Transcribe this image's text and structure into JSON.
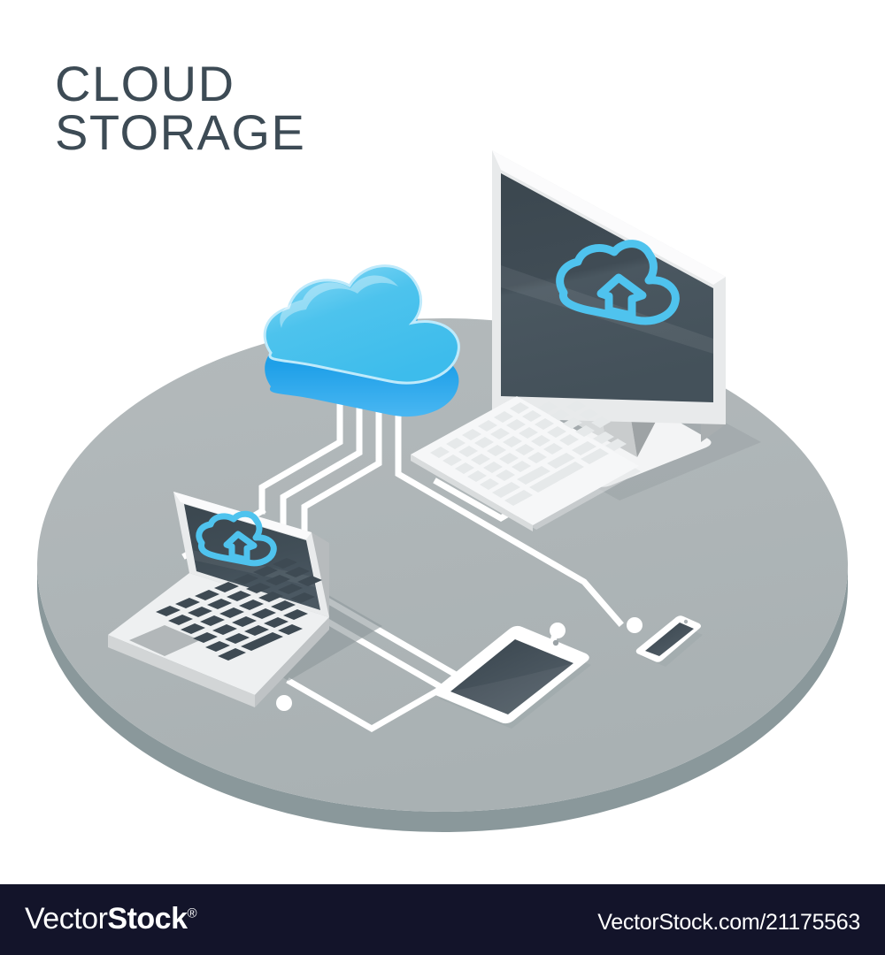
{
  "title": {
    "line1": "CLOUD",
    "line2": "STORAGE",
    "color": "#3d4b55"
  },
  "footer": {
    "logo_light": "Vector",
    "logo_bold": "Stock",
    "logo_registered": "®",
    "url": "VectorStock.com/21175563",
    "background": "#13142a",
    "text_color": "#ffffff"
  },
  "illustration": {
    "name": "isometric-cloud-storage-scene",
    "background": "#ffffff",
    "platform": {
      "label": "circular platform",
      "top_color": "#afb6b8",
      "side_color": "#8a989b"
    },
    "cloud": {
      "label": "cloud",
      "face_color": "#4dc3ed",
      "highlight_color": "#7fd8f5",
      "edge_color": "#1e9fe8",
      "rim_color": "#2196f3"
    },
    "devices": [
      {
        "name": "desktop-monitor",
        "label": "Desktop monitor",
        "screen_color": "#3e4a53",
        "bezel_color": "#f0f1f2",
        "icon": "cloud-upload-icon",
        "icon_color": "#4fc3ee"
      },
      {
        "name": "keyboard",
        "label": "Keyboard",
        "body_color": "#f4f5f6",
        "key_color": "#e3e6e7"
      },
      {
        "name": "laptop",
        "label": "Laptop",
        "screen_color": "#3e4a53",
        "body_color": "#eceeef",
        "key_color": "#3e4a53",
        "icon": "cloud-upload-icon",
        "icon_color": "#4fc3ee"
      },
      {
        "name": "tablet",
        "label": "Tablet",
        "screen_color": "#48545d",
        "body_color": "#ffffff"
      },
      {
        "name": "smartphone",
        "label": "Smartphone",
        "screen_color": "#48545d",
        "body_color": "#ffffff"
      }
    ],
    "connections": {
      "label": "connection lines from cloud to devices",
      "line_color": "#ffffff",
      "node_color": "#ffffff",
      "count": 4
    }
  }
}
